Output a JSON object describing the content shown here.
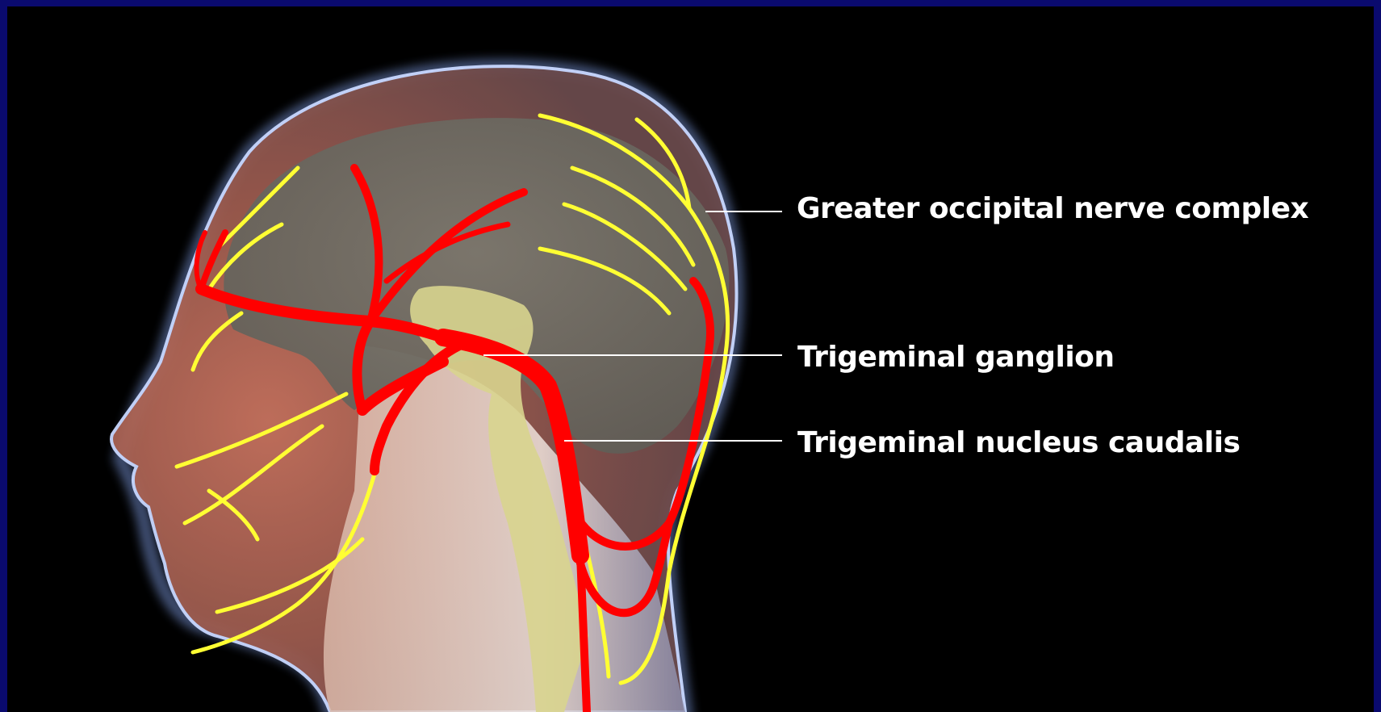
{
  "labels": {
    "greater_occipital": "Greater occipital nerve complex",
    "trigeminal_ganglion": "Trigeminal ganglion",
    "nucleus_caudalis": "Trigeminal nucleus caudalis"
  },
  "colors": {
    "border": "#0a0a6e",
    "background": "#000000",
    "trigeminal_nerve": "#ff0000",
    "other_nerves": "#ffff33",
    "brain": "#6e6b62",
    "brainstem": "#d8d48e",
    "skin": "#b86a5a",
    "outline_glow": "#9ab8ff"
  }
}
